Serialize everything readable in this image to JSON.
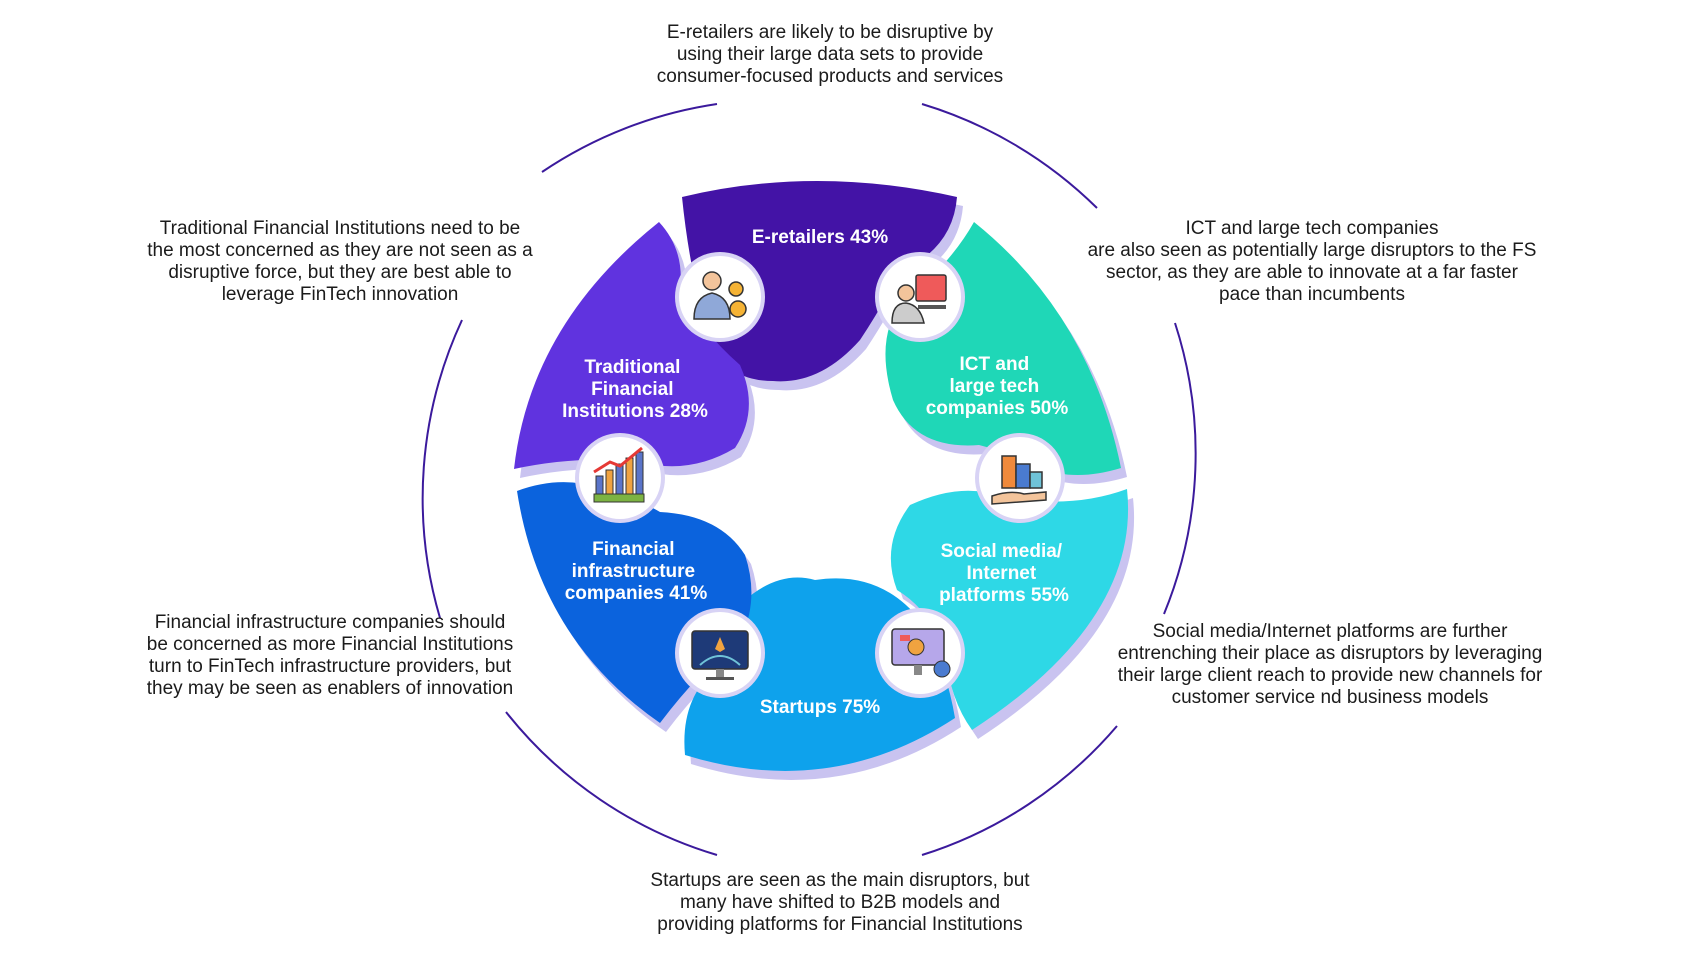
{
  "segments": {
    "eretailers": {
      "line1": "E-retailers 43%",
      "icon": "ecommerce-laptop-icon",
      "color": "#4313a6"
    },
    "ict": {
      "line1": "ICT and",
      "line2": "large tech",
      "line3": "companies 50%",
      "icon": "worker-computer-icon",
      "color": "#1fd7b7"
    },
    "social": {
      "line1": "Social media/",
      "line2": "Internet",
      "line3": "platforms 55%",
      "icon": "city-buildings-hand-icon",
      "color": "#2ed8e6"
    },
    "startups": {
      "line1": "Startups 75%",
      "icon": "rocket-monitor-icon",
      "color": "#0ea2ec"
    },
    "infra": {
      "line1": "Financial",
      "line2": "infrastructure",
      "line3": "companies 41%",
      "icon": "growth-chart-coins-icon",
      "color": "#0b63dd"
    },
    "traditional": {
      "line1": "Traditional",
      "line2": "Financial",
      "line3": "Institutions 28%",
      "icon": "banker-gears-icon",
      "color": "#6033df"
    }
  },
  "notes": {
    "top": [
      "E-retailers are likely to be disruptive by",
      "using their large data sets to provide",
      "consumer-focused products and services"
    ],
    "top_right": [
      "ICT and large tech companies",
      "are also seen as potentially large disruptors to the FS",
      "sector, as they are able to innovate at a far faster",
      "pace than incumbents"
    ],
    "bottom_right": [
      "Social media/Internet platforms are further",
      "entrenching their place as disruptors by leveraging",
      "their large client reach to provide new channels for",
      "customer service nd business models"
    ],
    "bottom": [
      "Startups are seen as the main disruptors, but",
      "many have shifted to B2B models and",
      "providing platforms for Financial Institutions"
    ],
    "bottom_left": [
      "Financial infrastructure companies should",
      "be concerned as more Financial Institutions",
      "turn to FinTech infrastructure providers, but",
      "they may be seen as enablers of innovation"
    ],
    "top_left": [
      "Traditional Financial Institutions need to be",
      "the most concerned as they are not seen as a",
      "disruptive force, but they are best able to",
      "leverage FinTech innovation"
    ]
  },
  "colors": {
    "ring": "#3b1a9c",
    "shadow": "#c9c3f0"
  }
}
